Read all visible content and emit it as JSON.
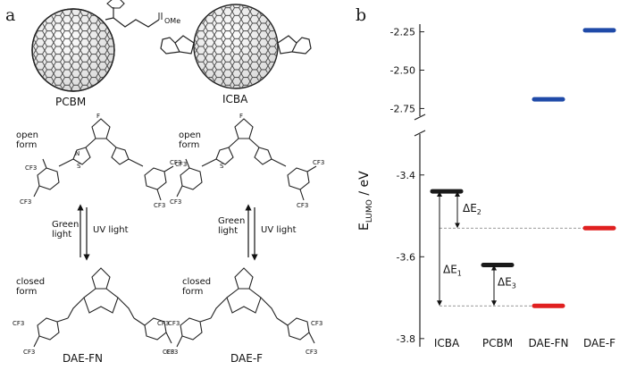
{
  "panel_a": {
    "letter": "a",
    "molecules": {
      "pcbm": {
        "name": "PCBM",
        "substituent": "OMe"
      },
      "icba": {
        "name": "ICBA"
      },
      "dae_fn": {
        "name": "DAE-FN"
      },
      "dae_f": {
        "name": "DAE-F"
      }
    },
    "forms": {
      "open": "open\nform",
      "closed": "closed\nform"
    },
    "lights": {
      "green": "Green\nlight",
      "uv": "UV light"
    },
    "groups": {
      "cf3": "CF3",
      "f": "F",
      "s": "S",
      "n": "N"
    }
  },
  "panel_b": {
    "letter": "b",
    "ylabel_main": "E",
    "ylabel_sub": "LUMO",
    "ylabel_unit": " / eV",
    "annotations": {
      "de1": "ΔE",
      "de1_sub": "1",
      "de2": "ΔE",
      "de2_sub": "2",
      "de3": "ΔE",
      "de3_sub": "3"
    }
  },
  "chart_data": {
    "type": "scatter",
    "xlabel": "",
    "ylabel": "E LUMO / eV",
    "categories": [
      "ICBA",
      "PCBM",
      "DAE-FN",
      "DAE-F"
    ],
    "axis_breaks": [
      [
        -2.85,
        -3.3
      ]
    ],
    "yticks_upper": [
      "-2.25",
      "-2.50",
      "-2.75"
    ],
    "yticks_lower": [
      "-3.4",
      "-3.6",
      "-3.8"
    ],
    "levels": [
      {
        "category": "ICBA",
        "form": "",
        "value": -3.44,
        "color": "#1a1a1a"
      },
      {
        "category": "PCBM",
        "form": "",
        "value": -3.62,
        "color": "#1a1a1a"
      },
      {
        "category": "DAE-FN",
        "form": "open",
        "value": -2.69,
        "color": "#1f4aa8"
      },
      {
        "category": "DAE-FN",
        "form": "closed",
        "value": -3.72,
        "color": "#e02020"
      },
      {
        "category": "DAE-F",
        "form": "open",
        "value": -2.24,
        "color": "#1f4aa8"
      },
      {
        "category": "DAE-F",
        "form": "closed",
        "value": -3.53,
        "color": "#e02020"
      }
    ],
    "colors": {
      "black": "#1a1a1a",
      "blue": "#1f4aa8",
      "red": "#e02020"
    }
  }
}
